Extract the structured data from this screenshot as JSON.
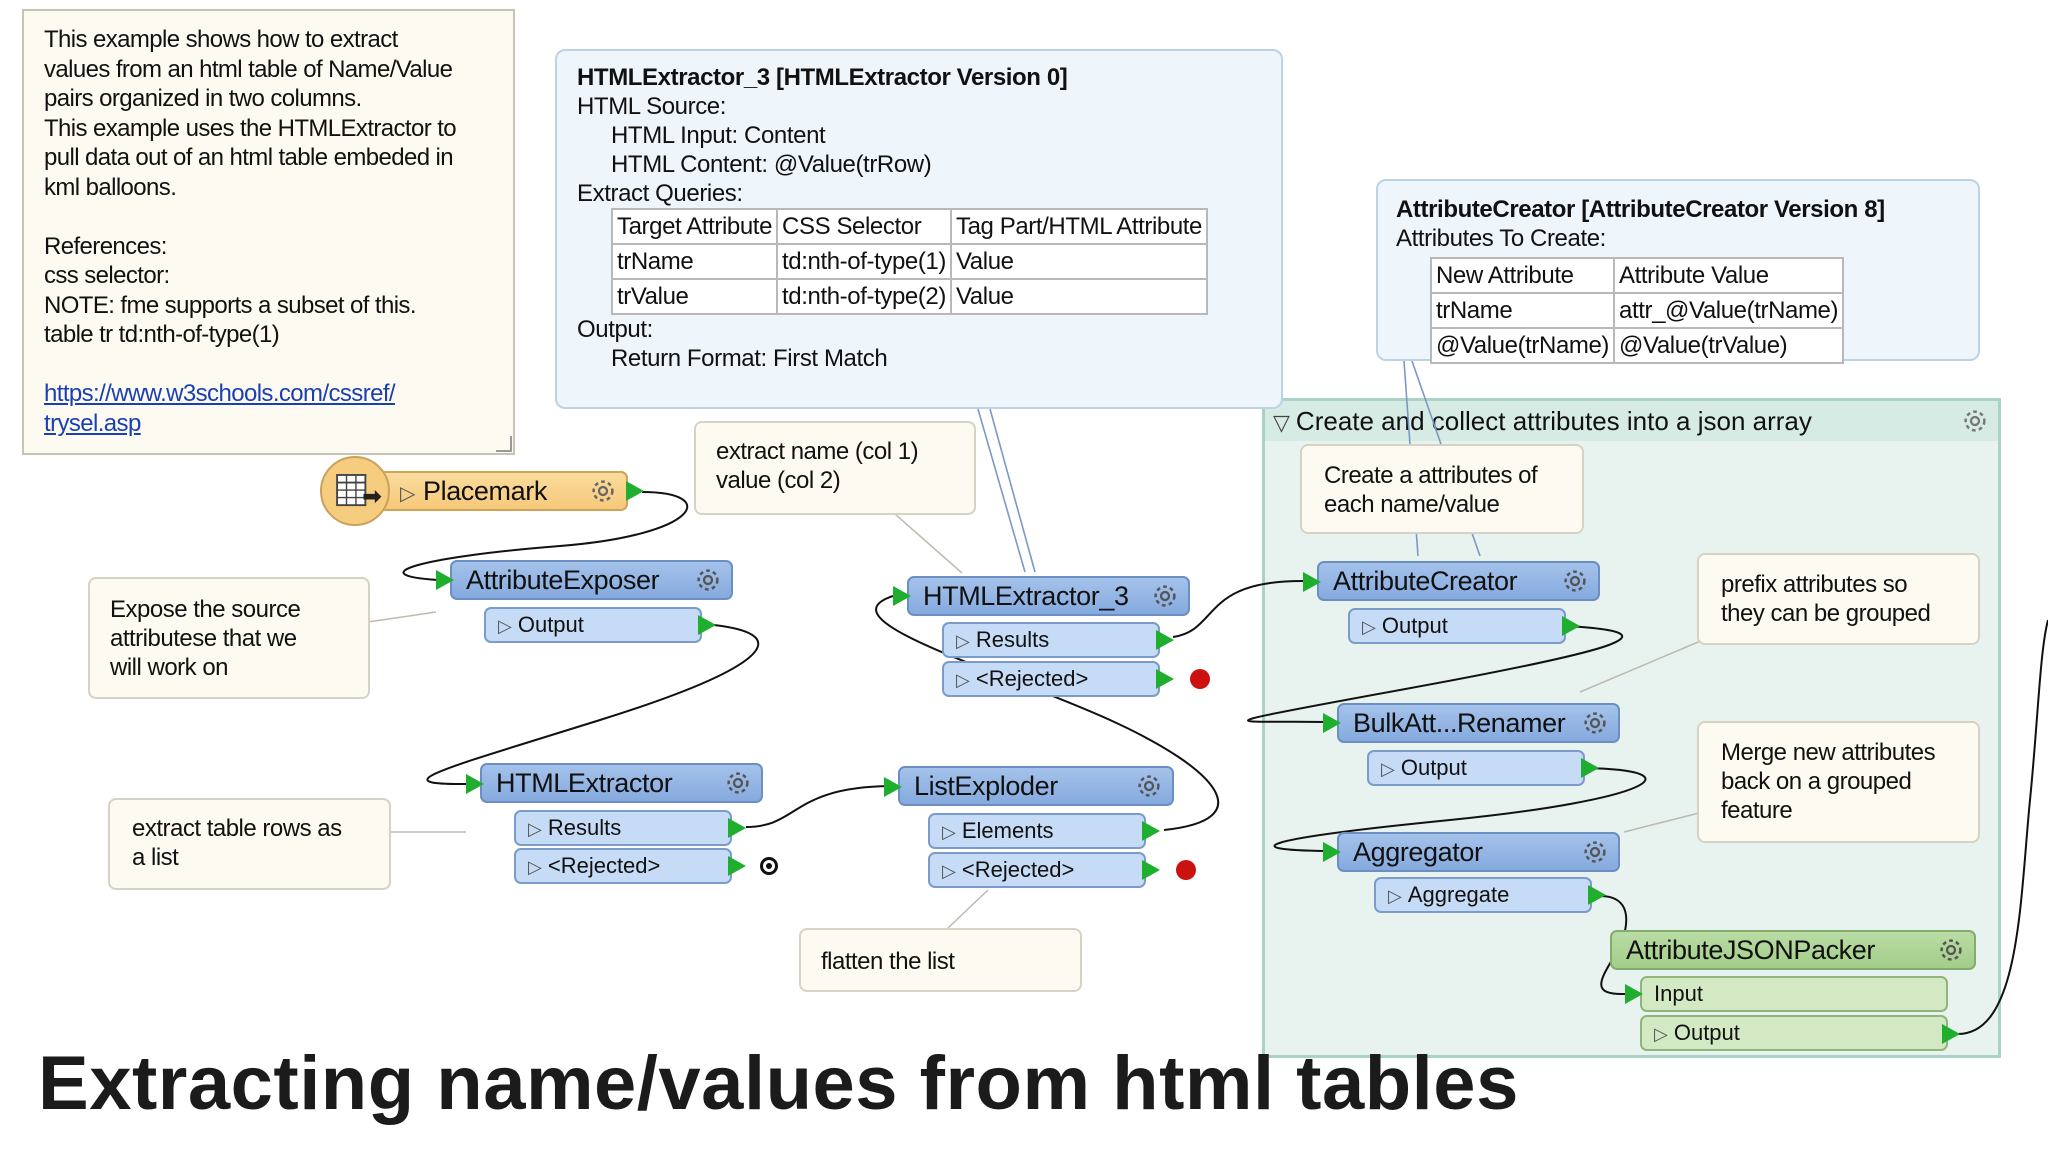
{
  "title": "Extracting name/values from html tables",
  "description_note": {
    "lines": [
      "This example shows how to extract",
      "values from an html table of Name/Value",
      "pairs organized in two columns.",
      "This example uses the HTMLExtractor to",
      "pull data out of an html table embeded in",
      "kml balloons.",
      "",
      "References:",
      "css selector:",
      "NOTE: fme supports a subset of this.",
      "table tr td:nth-of-type(1)",
      ""
    ],
    "link_lines": [
      "https://www.w3schools.com/cssref/",
      "trysel.asp"
    ]
  },
  "htmlextractor3_tooltip": {
    "heading": "HTMLExtractor_3 [HTMLExtractor Version 0]",
    "source_label": "HTML Source:",
    "input_line": "HTML Input: Content",
    "content_line": "HTML Content: @Value(trRow)",
    "queries_label": "Extract Queries:",
    "table": [
      [
        "Target Attribute",
        "CSS Selector",
        "Tag Part/HTML Attribute"
      ],
      [
        "trName",
        "td:nth-of-type(1)",
        "Value"
      ],
      [
        "trValue",
        "td:nth-of-type(2)",
        "Value"
      ]
    ],
    "output_label": "Output:",
    "return_line": "Return Format: First Match"
  },
  "attributecreator_tooltip": {
    "heading": "AttributeCreator [AttributeCreator Version 8]",
    "label": "Attributes To Create:",
    "table": [
      [
        "New Attribute",
        "Attribute Value"
      ],
      [
        "trName",
        "attr_@Value(trName)"
      ],
      [
        "@Value(trName)",
        "@Value(trValue)"
      ]
    ]
  },
  "group": {
    "label": "Create and collect attributes into a json array"
  },
  "annotations": {
    "extract_name": [
      "extract name (col 1)",
      "value (col 2)"
    ],
    "expose": [
      "Expose the source",
      "attributese that we",
      "will work on"
    ],
    "extract_rows": [
      "extract table rows as",
      "a list"
    ],
    "flatten": [
      "flatten the list"
    ],
    "create_attrs": [
      "Create a attributes of",
      "each name/value"
    ],
    "prefix": [
      "prefix attributes so",
      "they can be grouped"
    ],
    "merge": [
      "Merge new attributes",
      "back on a grouped",
      "feature"
    ]
  },
  "transformers": {
    "placemark": {
      "name": "Placemark"
    },
    "attribute_exposer": {
      "name": "AttributeExposer",
      "ports": [
        "Output"
      ]
    },
    "htmlextractor": {
      "name": "HTMLExtractor",
      "ports": [
        "Results",
        "<Rejected>"
      ]
    },
    "htmlextractor3": {
      "name": "HTMLExtractor_3",
      "ports": [
        "Results",
        "<Rejected>"
      ]
    },
    "list_exploder": {
      "name": "ListExploder",
      "ports": [
        "Elements",
        "<Rejected>"
      ]
    },
    "attribute_creator": {
      "name": "AttributeCreator",
      "ports": [
        "Output"
      ]
    },
    "bulk_renamer": {
      "name": "BulkAtt...Renamer",
      "ports": [
        "Output"
      ]
    },
    "aggregator": {
      "name": "Aggregator",
      "ports": [
        "Aggregate"
      ]
    },
    "json_packer": {
      "name": "AttributeJSONPacker",
      "ports": [
        "Input",
        "Output"
      ]
    }
  },
  "colors": {
    "transformer_blue": "#97b8e6",
    "port_blue": "#c6dbf6",
    "transformer_green": "#aed49a",
    "reader_orange": "#f8d28a",
    "port_arrow_green": "#1fae2e",
    "rejected_red": "#cc1111",
    "group_fill": "#e8f2ef",
    "tooltip_fill": "#eef5fb",
    "note_fill": "#fdfbf1"
  },
  "icons": [
    "gear-icon",
    "table-reader-icon",
    "expand-triangle-icon",
    "red-rejected-dot",
    "sink-terminator-icon"
  ]
}
